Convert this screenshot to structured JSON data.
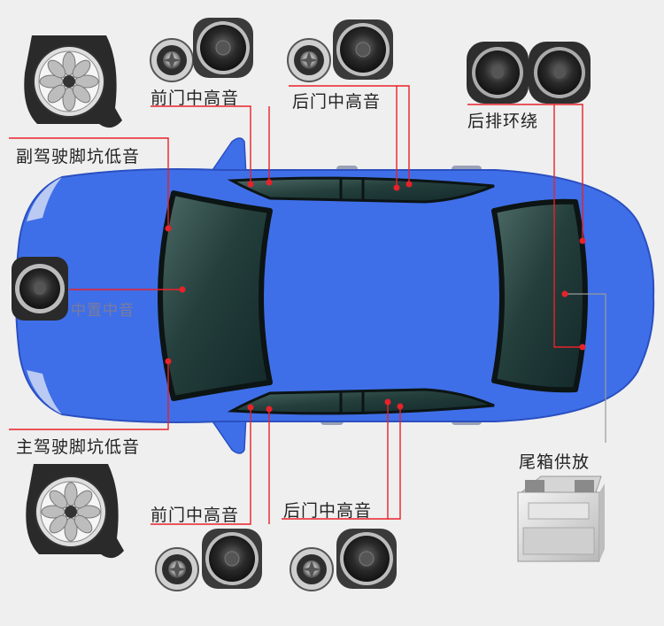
{
  "labels": {
    "front_door_upper": "前门中高音",
    "rear_door_upper": "后门中高音",
    "rear_surround": "后排环绕",
    "passenger_footwell_bass": "副驾驶脚坑低音",
    "center_mid": "中置中音",
    "driver_footwell_bass": "主驾驶脚坑低音",
    "front_door_lower": "前门中高音",
    "rear_door_lower": "后门中高音",
    "trunk_amp": "尾箱供放"
  },
  "colors": {
    "car_body": "#3f6fe8",
    "car_body_dark": "#2a4fc0",
    "glass": "#1f3a38",
    "leader_line": "#e8222a",
    "background": "#efefef"
  },
  "icons": {
    "tweeter": "tweeter-speaker-icon",
    "midrange": "midrange-speaker-icon",
    "subwoofer": "subwoofer-speaker-icon",
    "amplifier": "amplifier-module-icon"
  }
}
